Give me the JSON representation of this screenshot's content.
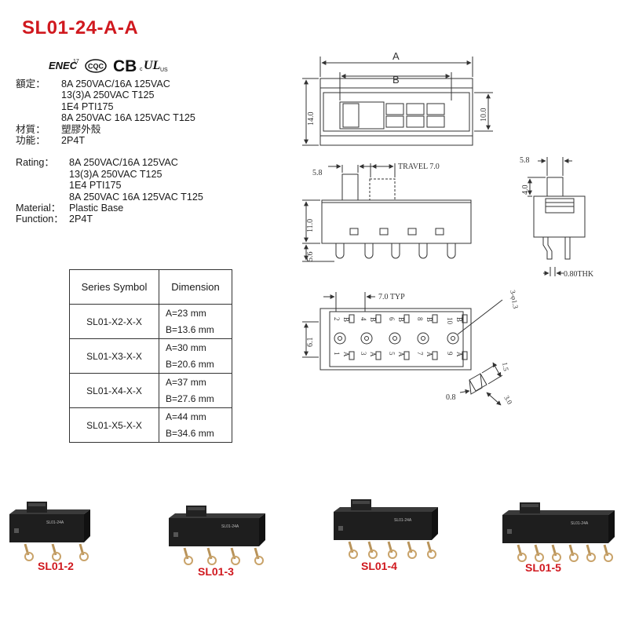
{
  "title": "SL01-24-A-A",
  "certs": {
    "enec": "ENEC",
    "enec_num": "17",
    "cqc": "CQC",
    "cb": "CB",
    "ul": "UL",
    "ul_c": "c",
    "ul_us": "US"
  },
  "specs_cn": {
    "rating_label": "額定：",
    "rating_lines": [
      "8A 250VAC/16A 125VAC",
      "13(3)A 250VAC  T125",
      "1E4  PTI175",
      "8A 250VAC  16A 125VAC  T125"
    ],
    "material_label": "材質：",
    "material_value": "塑膠外殼",
    "function_label": "功能：",
    "function_value": "2P4T"
  },
  "specs_en": {
    "rating_label": "Rating：",
    "rating_lines": [
      "8A 250VAC/16A 125VAC",
      "13(3)A 250VAC T125",
      "1E4  PTI175",
      "8A 250VAC  16A 125VAC  T125"
    ],
    "material_label": "Material：",
    "material_value": "Plastic Base",
    "function_label": "Function：",
    "function_value": "2P4T"
  },
  "table": {
    "headers": [
      "Series Symbol",
      "Dimension"
    ],
    "rows": [
      {
        "symbol": "SL01-X2-X-X",
        "a": "A=23 mm",
        "b": "B=13.6 mm"
      },
      {
        "symbol": "SL01-X3-X-X",
        "a": "A=30 mm",
        "b": "B=20.6 mm"
      },
      {
        "symbol": "SL01-X4-X-X",
        "a": "A=37 mm",
        "b": "B=27.6 mm"
      },
      {
        "symbol": "SL01-X5-X-X",
        "a": "A=44 mm",
        "b": "B=34.6 mm"
      }
    ]
  },
  "drawing": {
    "dim_a": "A",
    "dim_b": "B",
    "h14": "14.0",
    "h10": "10.0",
    "d58": "5.8",
    "travel": "TRAVEL 7.0",
    "h11": "11.0",
    "h56": "5.6",
    "side58": "5.8",
    "side40": "4.0",
    "thk": "0.80THK",
    "typ": "7.0 TYP",
    "h61": "6.1",
    "hole": "3-φ1.3",
    "pin_w": "0.8",
    "pin_h": "1.5",
    "pin_l": "3.0",
    "top_nums": [
      "2",
      "4",
      "6",
      "8",
      "10"
    ],
    "bot_nums": [
      "1",
      "3",
      "5",
      "7",
      "9"
    ],
    "letter_b": "B",
    "letter_a": "A"
  },
  "photos": {
    "labels": [
      "SL01-2",
      "SL01-3",
      "SL01-4",
      "SL01-5"
    ],
    "print_text": "SL01-24A"
  }
}
